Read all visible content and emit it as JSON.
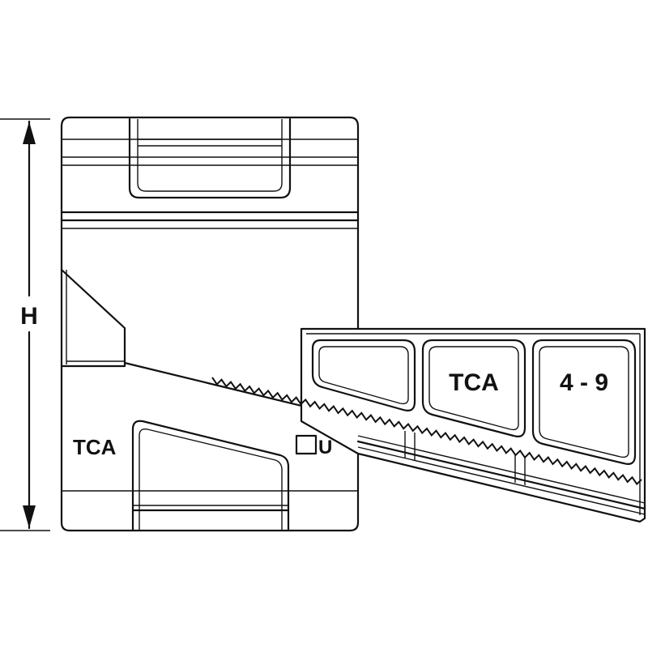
{
  "dimension": {
    "label": "H"
  },
  "housing": {
    "brand": "TCA",
    "code": "U"
  },
  "wedge": {
    "brand": "TCA",
    "range": "4 - 9"
  },
  "colors": {
    "line": "#111111",
    "background": "#ffffff"
  }
}
